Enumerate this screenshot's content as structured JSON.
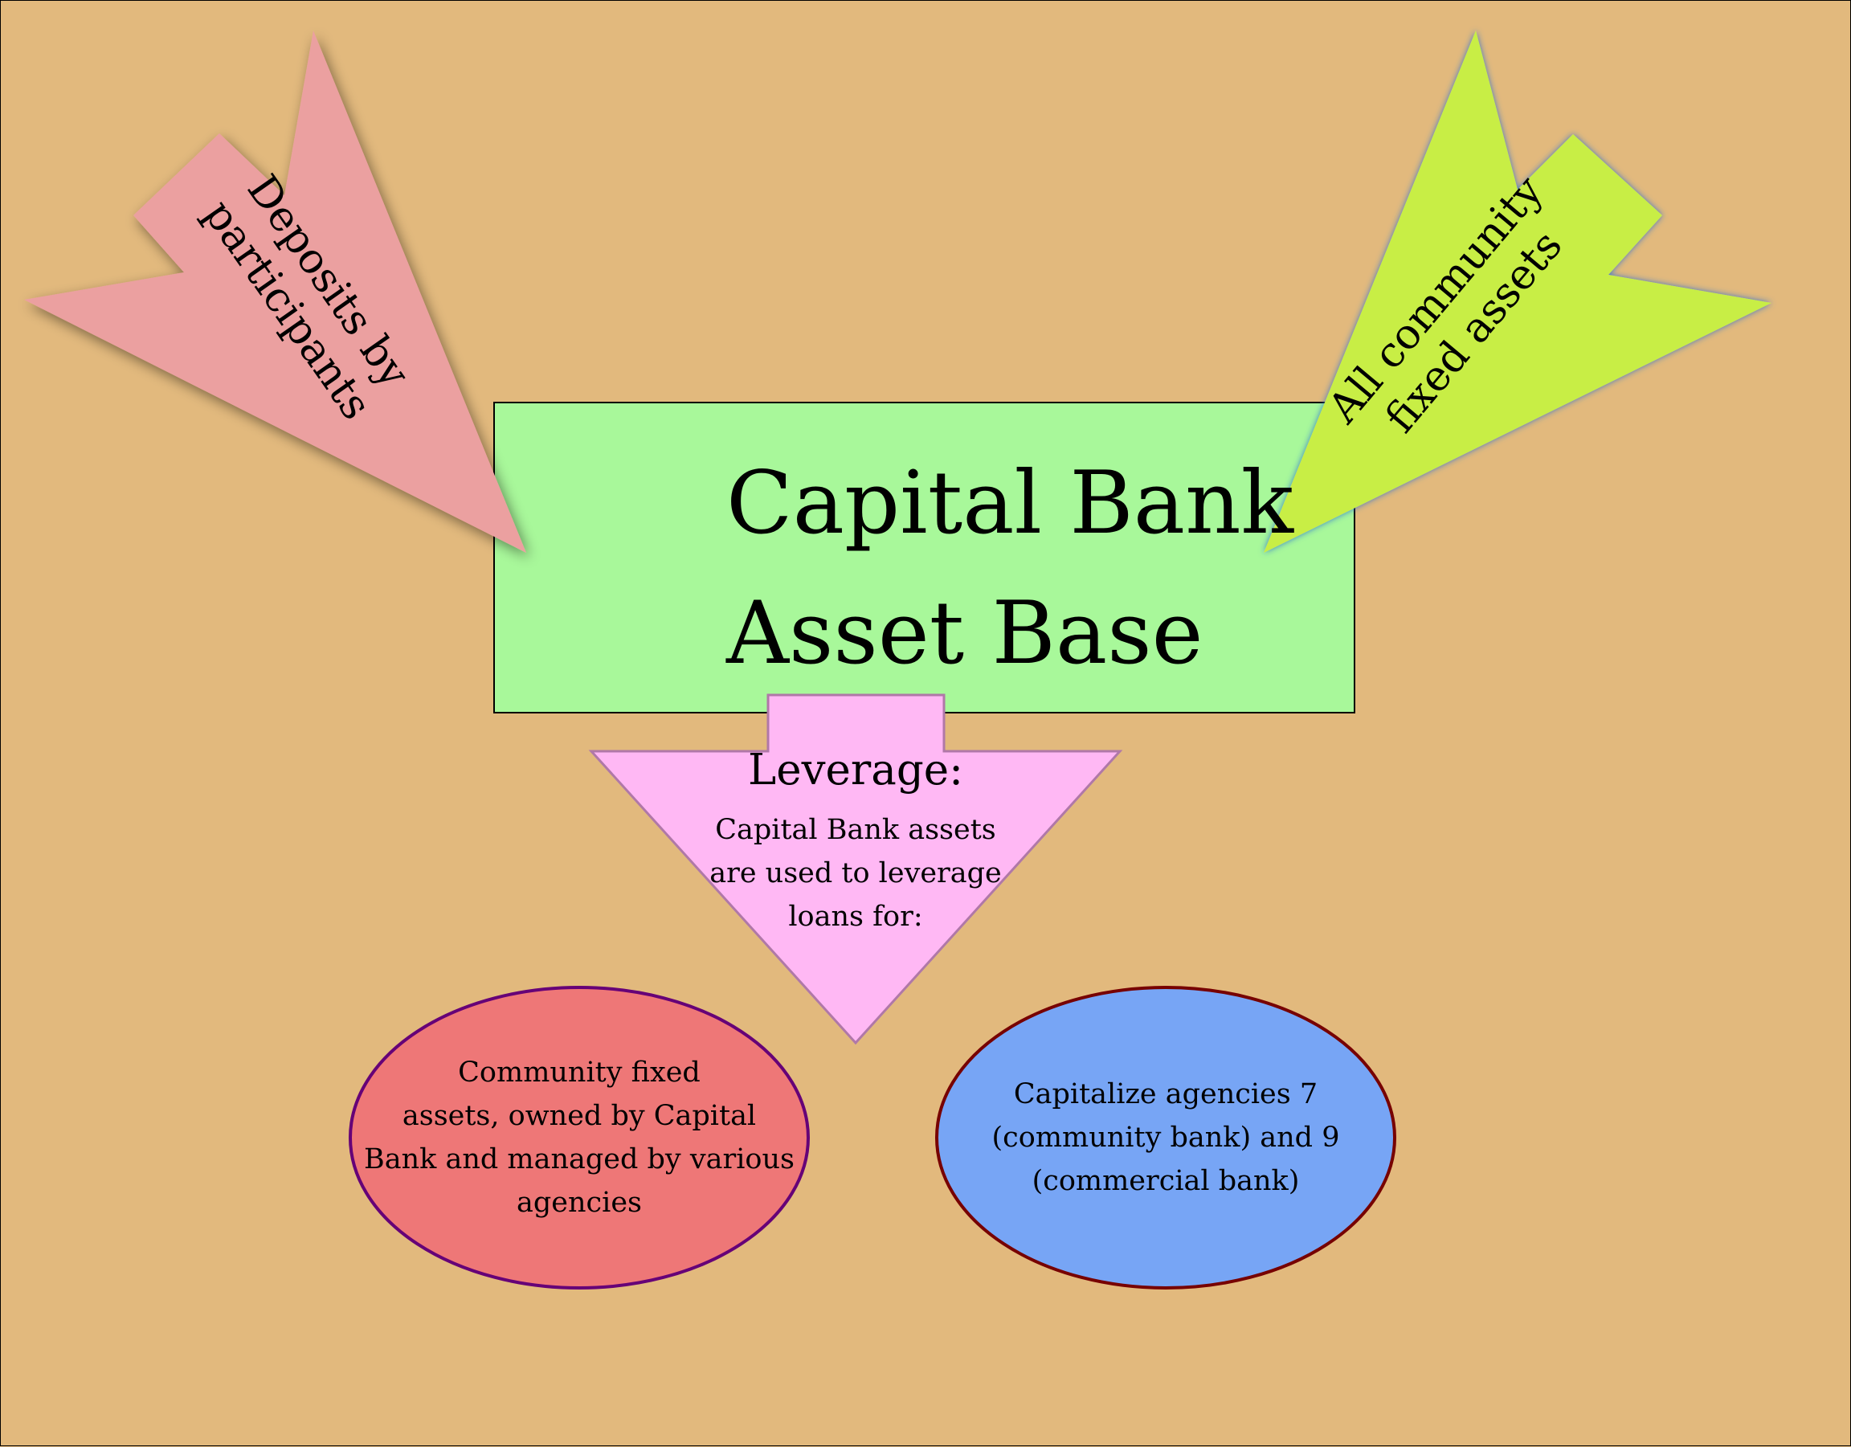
{
  "title": {
    "line1": "Capital Bank",
    "line2": "Asset Base"
  },
  "left_arrow": {
    "line1": "Deposits by",
    "line2": "participants"
  },
  "right_arrow": {
    "line1": "All community",
    "line2": "fixed assets"
  },
  "leverage": {
    "heading": "Leverage:",
    "lines": [
      "Capital Bank assets",
      "are used to leverage",
      "loans for:"
    ]
  },
  "left_ellipse": {
    "lines": [
      "Community fixed",
      "assets, owned by Capital",
      "Bank and managed by various",
      "agencies"
    ]
  },
  "right_ellipse": {
    "lines": [
      "Capitalize agencies 7",
      "(community bank) and 9",
      "(commercial bank)"
    ]
  },
  "colors": {
    "background": "#e2b97d",
    "box": "#a8f89a",
    "left_arrow": "#eba0a0",
    "right_arrow": "#c8ee44",
    "leverage": "#ffb8f4",
    "left_ellipse": "#ee7777",
    "right_ellipse": "#77a5f5"
  }
}
